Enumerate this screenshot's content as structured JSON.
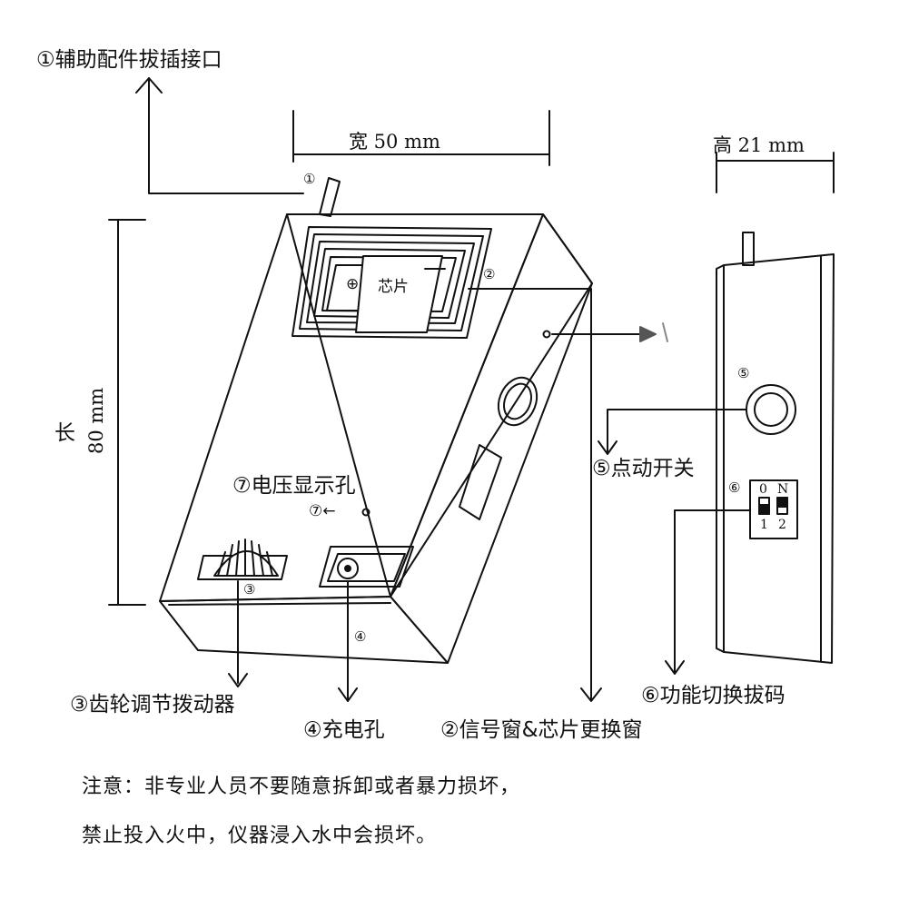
{
  "labels": {
    "port": "①辅助配件拔插接口",
    "width": "宽 50 mm",
    "height": "高 21 mm",
    "length_char": "长",
    "length_val": "80 mm",
    "chip": "芯片",
    "voltage": "⑦电压显示孔",
    "voltage_marker": "⑦←",
    "switch": "⑤点动开关",
    "dial": "③齿轮调节拨动器",
    "charge": "④充电孔",
    "window": "②信号窗&芯片更换窗",
    "dipswitch": "⑥功能切换拔码"
  },
  "callouts": {
    "n1": "①",
    "n2": "②",
    "n3": "③",
    "n4": "④",
    "n5": "⑤",
    "n6": "⑥"
  },
  "dip": {
    "top_left": "0",
    "top_right": "N",
    "bottom_left": "1",
    "bottom_right": "2"
  },
  "notes": {
    "line1": "注意：非专业人员不要随意拆卸或者暴力损坏，",
    "line2": "禁止投入火中，仪器浸入水中会损坏。"
  }
}
